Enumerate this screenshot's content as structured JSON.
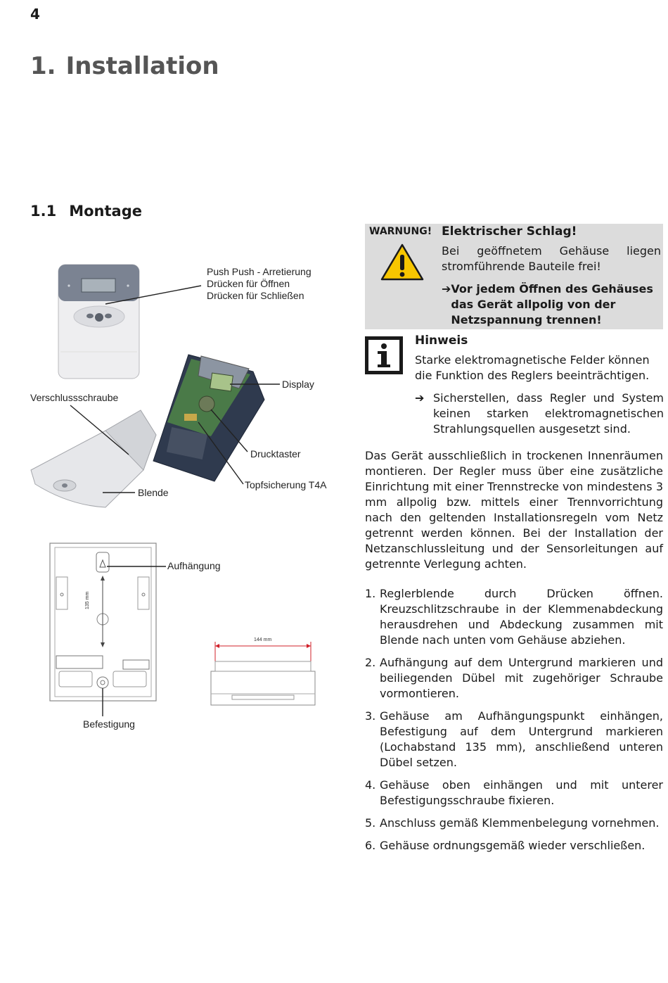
{
  "header": {
    "page_number": "4",
    "chapter_number": "1.",
    "chapter_title": "Installation",
    "section_number": "1.1",
    "section_title": "Montage"
  },
  "figure": {
    "labels": {
      "push": [
        "Push Push - Arretierung",
        "Drücken für Öffnen",
        "Drücken für Schließen"
      ],
      "display": "Display",
      "screw": "Verschlussschraube",
      "button": "Drucktaster",
      "fuse": "Topfsicherung T4A",
      "cover": "Blende",
      "hanger": "Aufhängung",
      "fixing": "Befestigung",
      "dim_135": "135 mm",
      "dim_144": "144 mm"
    }
  },
  "warning": {
    "tag": "WARNUNG!",
    "title": "Elektrischer Schlag!",
    "text": "Bei geöffnetem Gehäuse liegen stromführende Bauteile frei!",
    "arrow": "➔",
    "action": "Vor jedem Öffnen des Gehäuses das Gerät allpolig von der Netzspannung trennen!"
  },
  "note": {
    "title": "Hinweis",
    "text": "Starke elektromagnetische Felder können die Funktion des Reglers beeinträchtigen.",
    "arrow": "➔",
    "action": "Sicherstellen, dass Regler und System keinen starken elektromagnetischen Strahlungsquellen ausgesetzt sind."
  },
  "body_text": "Das Gerät ausschließlich in trockenen Innenräumen montieren. Der Regler muss über eine zusätzliche Einrichtung mit einer Trennstrecke von mindestens 3 mm allpolig bzw. mittels einer Trennvorrichtung nach den geltenden Installationsregeln vom Netz getrennt werden können. Bei der Installation der Netzanschlussleitung und der Sensorleitungen auf getrennte Verlegung achten.",
  "steps": [
    {
      "n": "1.",
      "text": "Reglerblende durch Drücken öffnen. Kreuzschlitzschraube in der Klemmenabdeckung herausdrehen und Abdeckung zusammen mit Blende nach unten vom Gehäuse abziehen."
    },
    {
      "n": "2.",
      "text": "Aufhängung auf dem Untergrund markieren und beiliegenden Dübel mit zugehöriger Schraube vormontieren."
    },
    {
      "n": "3.",
      "text": "Gehäuse am Aufhängungspunkt einhängen, Befestigung auf dem Untergrund markieren (Lochabstand 135 mm), anschließend unteren Dübel setzen."
    },
    {
      "n": "4.",
      "text": "Gehäuse oben einhängen und mit unterer Befestigungsschraube fixieren."
    },
    {
      "n": "5.",
      "text": "Anschluss gemäß Klemmenbelegung vornehmen."
    },
    {
      "n": "6.",
      "text": "Gehäuse ordnungsgemäß wieder verschließen."
    }
  ],
  "colors": {
    "warning_bg": "#dcdcdc",
    "warning_yellow": "#f7c600",
    "chapter_gray": "#555555",
    "dimension_red": "#d0202a"
  },
  "icons": [
    "warning-triangle-icon",
    "info-icon",
    "arrow-right-icon"
  ]
}
